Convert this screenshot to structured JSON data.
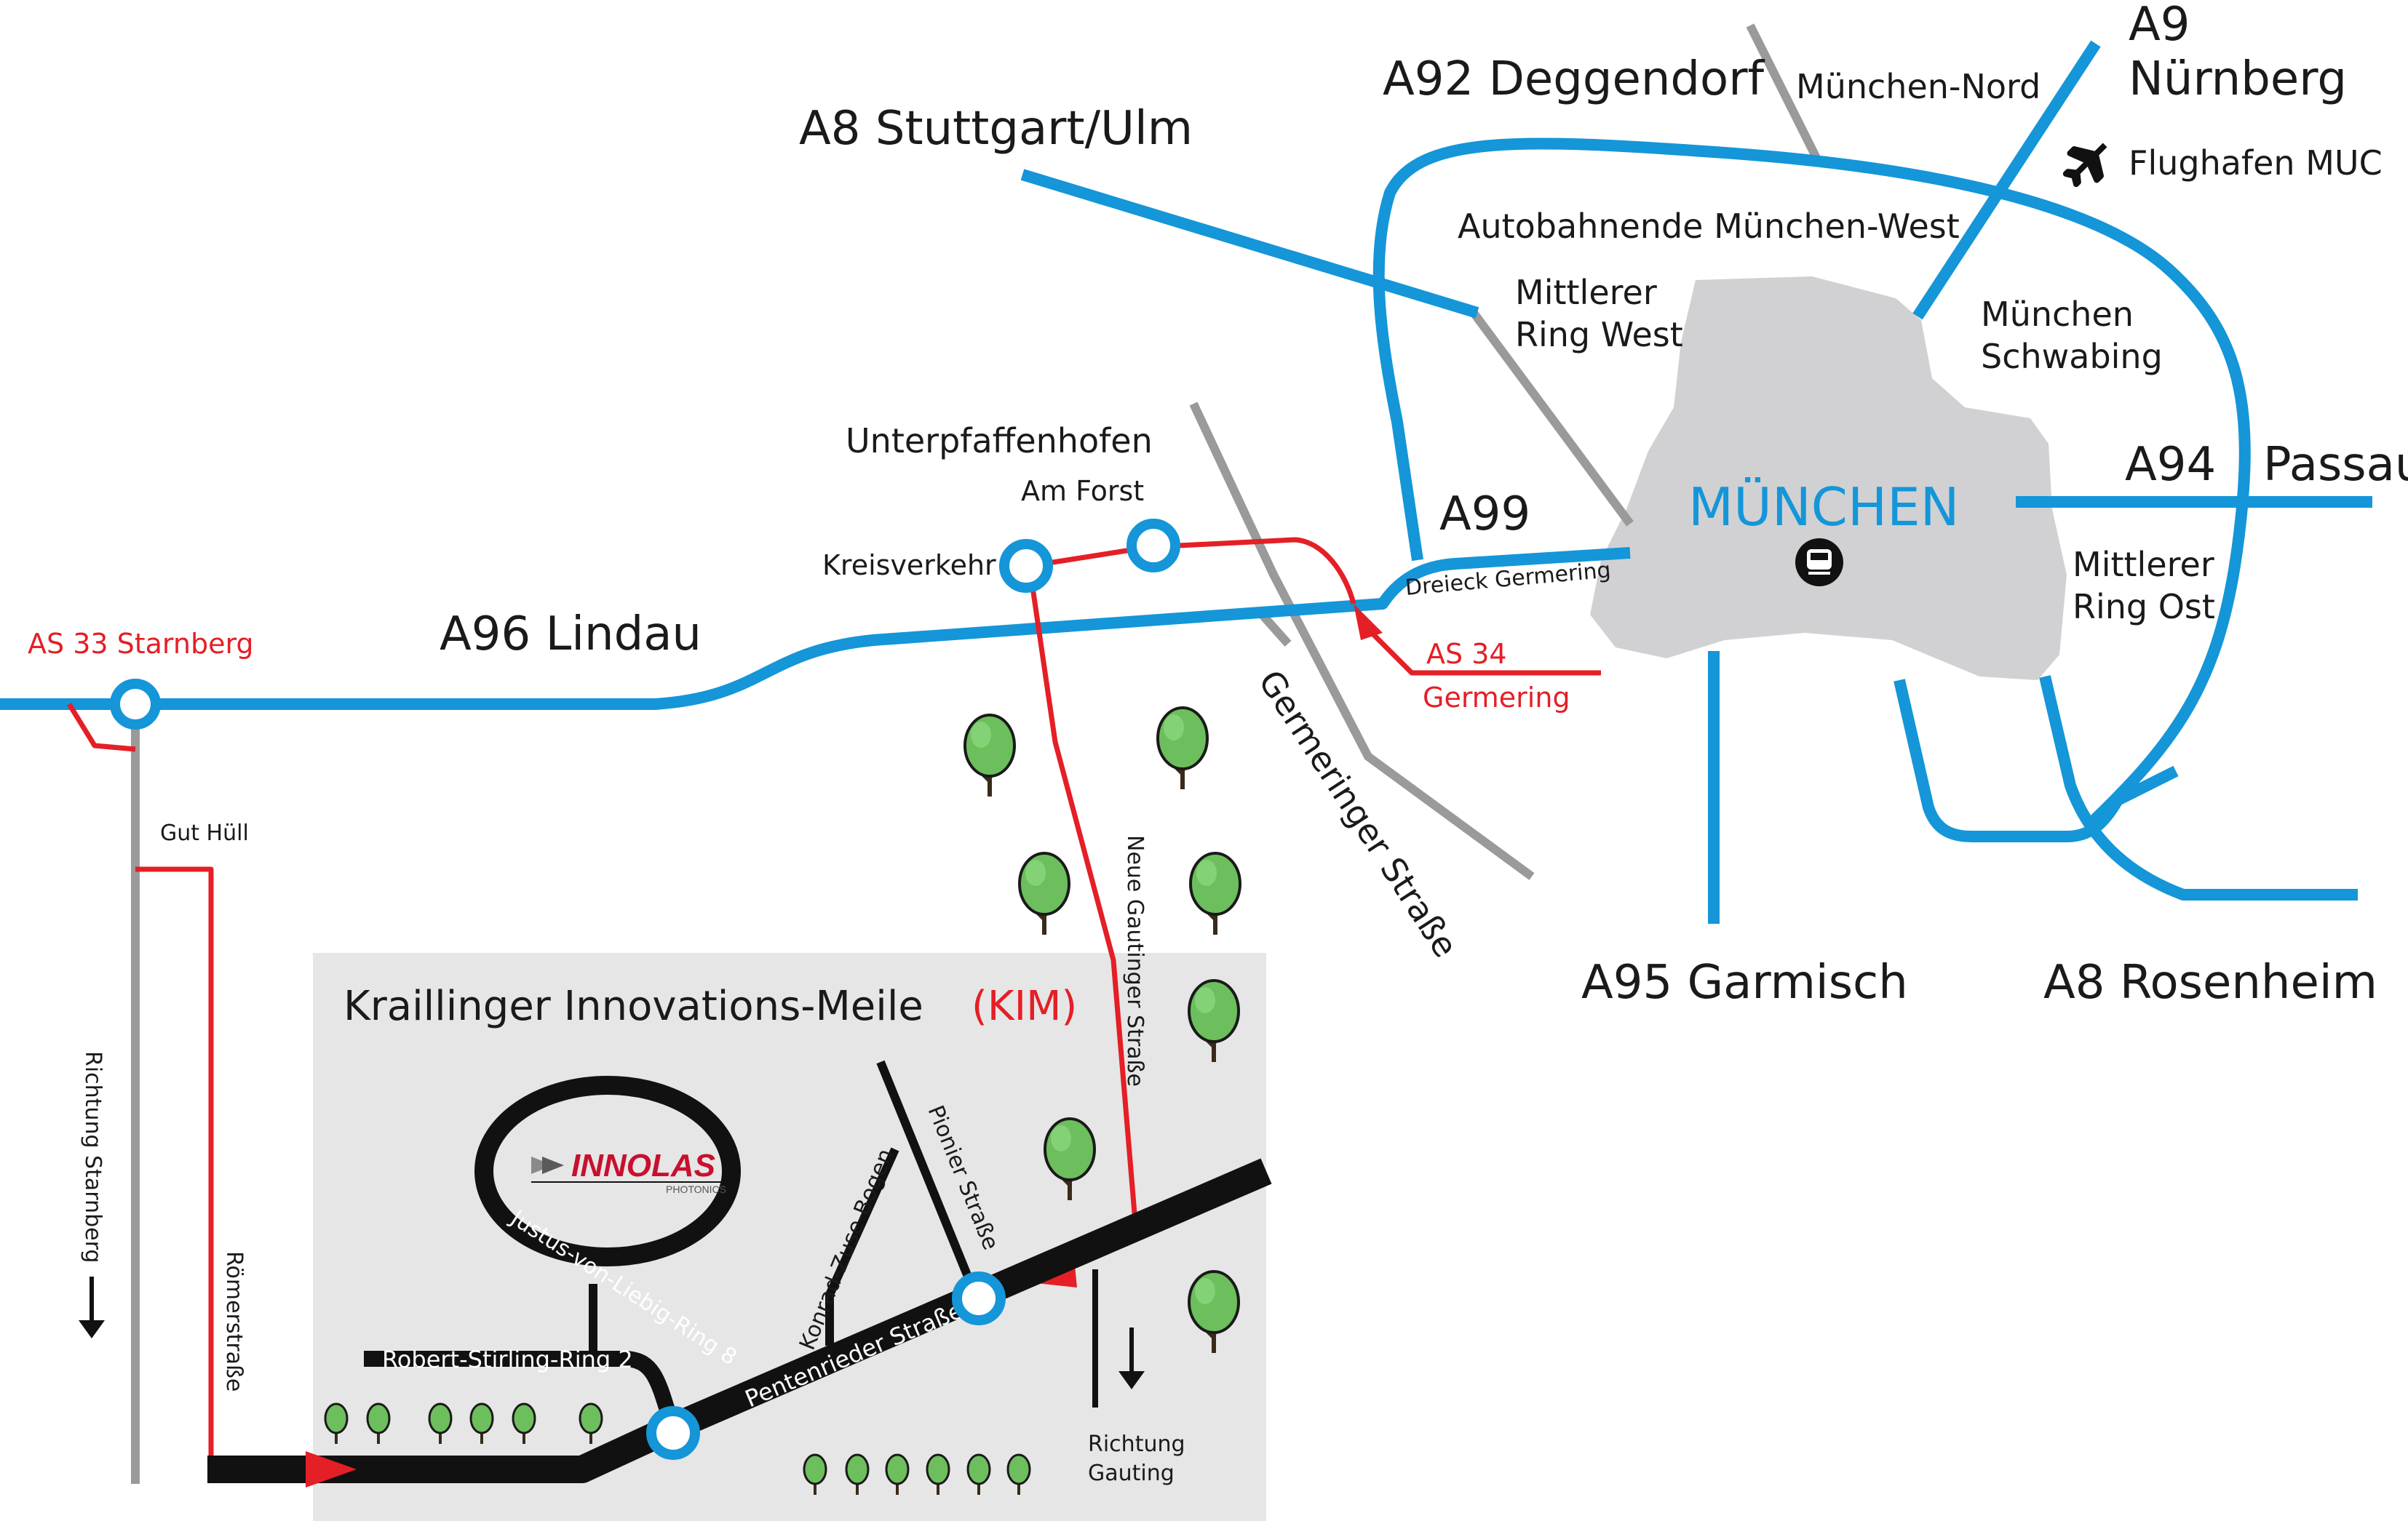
{
  "colors": {
    "highway": "#1496d8",
    "route": "#e41f26",
    "road": "#111111",
    "minor_road": "#9a9a9a",
    "city_fill": "#d1d1d3",
    "kim_fill": "#e6e6e6",
    "tree_green": "#6cbf5c"
  },
  "highways": {
    "a8_west": "A8 Stuttgart/Ulm",
    "a92": "A92 Deggendorf",
    "a9": "A9",
    "a9_dest": "Nürnberg",
    "a94": "A94",
    "a94_dest": "Passau",
    "a99": "A99",
    "a96": "A96 Lindau",
    "a95": "A95 Garmisch",
    "a8_east": "A8 Rosenheim"
  },
  "places": {
    "muenchen_nord": "München-Nord",
    "flughafen": "Flughafen MUC",
    "autobahnende": "Autobahnende München-West",
    "mittlerer_ring_west_1": "Mittlerer",
    "mittlerer_ring_west_2": "Ring West",
    "schwabing_1": "München",
    "schwabing_2": "Schwabing",
    "city": "MÜNCHEN",
    "mittlerer_ring_ost_1": "Mittlerer",
    "mittlerer_ring_ost_2": "Ring Ost",
    "unterpfaffenhofen": "Unterpfaffenhofen",
    "am_forst": "Am Forst",
    "kreisverkehr": "Kreisverkehr",
    "dreieck": "Dreieck Germering",
    "as34": "AS 34",
    "as34_b": "Germering",
    "as33": "AS 33 Starnberg",
    "gut_hull": "Gut Hüll",
    "germeringer": "Germeringer  Straße",
    "neue_gautinger": "Neue Gautinger Straße",
    "richtung_starnberg": "Richtung Starnberg",
    "roemer": "Römerstraße",
    "richtung_gauting_1": "Richtung",
    "richtung_gauting_2": "Gauting"
  },
  "kim": {
    "title": "Kraillinger Innovations-Meile",
    "title_abbr": "(KIM)",
    "logo_brand": "INNOLAS",
    "logo_sub": "PHOTONICS",
    "justus": "Justus-von-Liebig-Ring 8",
    "robert": "Robert-Stirling-Ring 2",
    "konrad": "Konrad-Zuse-Bogen",
    "pionier": "Pionier Straße",
    "pentenrieder": "Pentenrieder Straße"
  },
  "icons": {
    "airport": "airplane-icon",
    "train": "train-station-icon"
  }
}
